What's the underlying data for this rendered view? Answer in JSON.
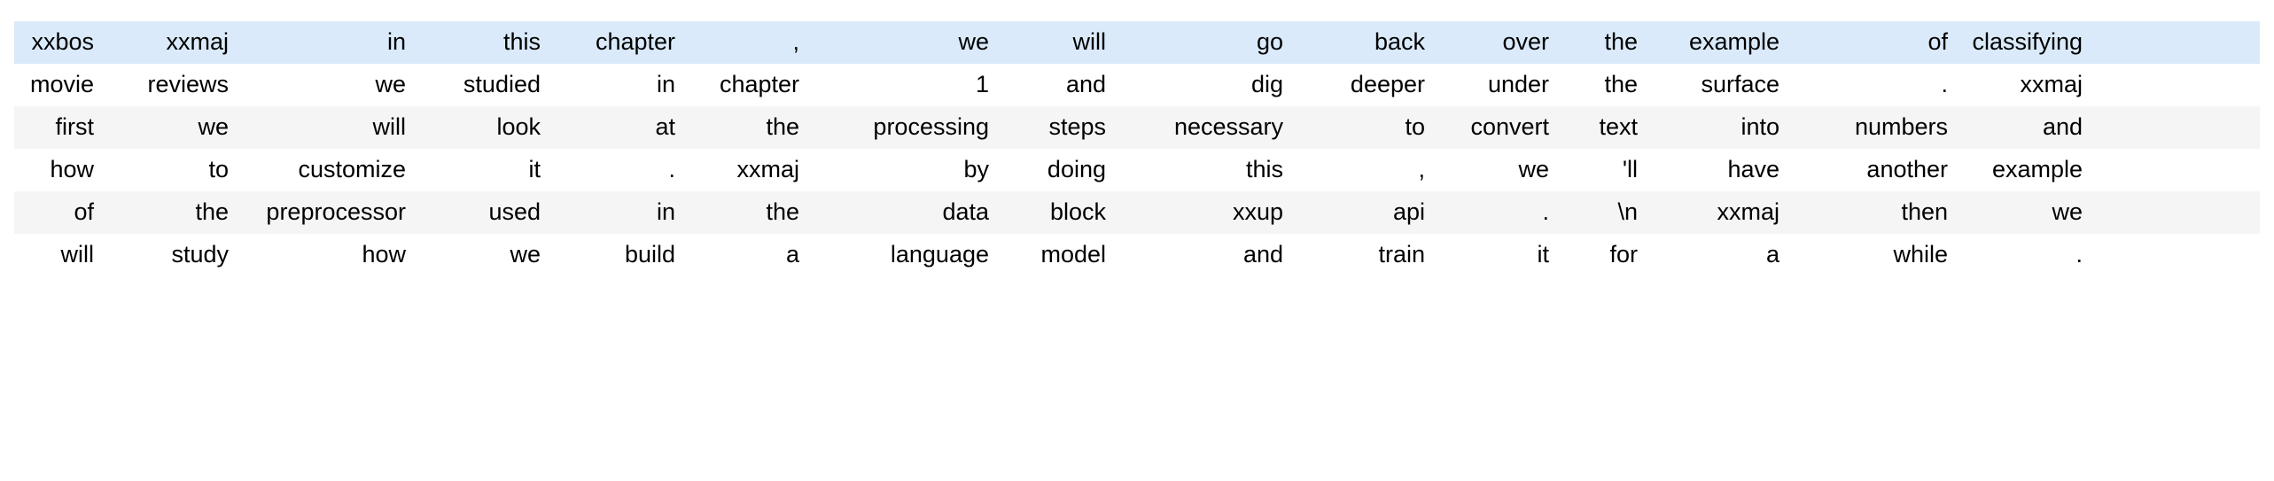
{
  "table": {
    "name": "tokenized-text-table",
    "num_columns": 16,
    "num_rows": 6,
    "alignment": "right",
    "colors": {
      "highlight_row_bg": "#daeafa",
      "stripe_row_bg": "#f5f5f5",
      "plain_row_bg": "#ffffff",
      "text": "#000000",
      "page_bg": "#ffffff"
    },
    "row_styles": [
      "row-highlight",
      "row-plain",
      "row-stripe",
      "row-plain",
      "row-stripe",
      "row-plain"
    ],
    "rows": [
      [
        "xxbos",
        "xxmaj",
        "in",
        "this",
        "chapter",
        ",",
        "we",
        "will",
        "go",
        "back",
        "over",
        "the",
        "example",
        "of",
        "classifying"
      ],
      [
        "movie",
        "reviews",
        "we",
        "studied",
        "in",
        "chapter",
        "1",
        "and",
        "dig",
        "deeper",
        "under",
        "the",
        "surface",
        ".",
        "xxmaj"
      ],
      [
        "first",
        "we",
        "will",
        "look",
        "at",
        "the",
        "processing",
        "steps",
        "necessary",
        "to",
        "convert",
        "text",
        "into",
        "numbers",
        "and"
      ],
      [
        "how",
        "to",
        "customize",
        "it",
        ".",
        "xxmaj",
        "by",
        "doing",
        "this",
        ",",
        "we",
        "'ll",
        "have",
        "another",
        "example"
      ],
      [
        "of",
        "the",
        "preprocessor",
        "used",
        "in",
        "the",
        "data",
        "block",
        "xxup",
        "api",
        ".",
        "\\n",
        "xxmaj",
        "then",
        "we"
      ],
      [
        "will",
        "study",
        "how",
        "we",
        "build",
        "a",
        "language",
        "model",
        "and",
        "train",
        "it",
        "for",
        "a",
        "while",
        "."
      ]
    ]
  }
}
